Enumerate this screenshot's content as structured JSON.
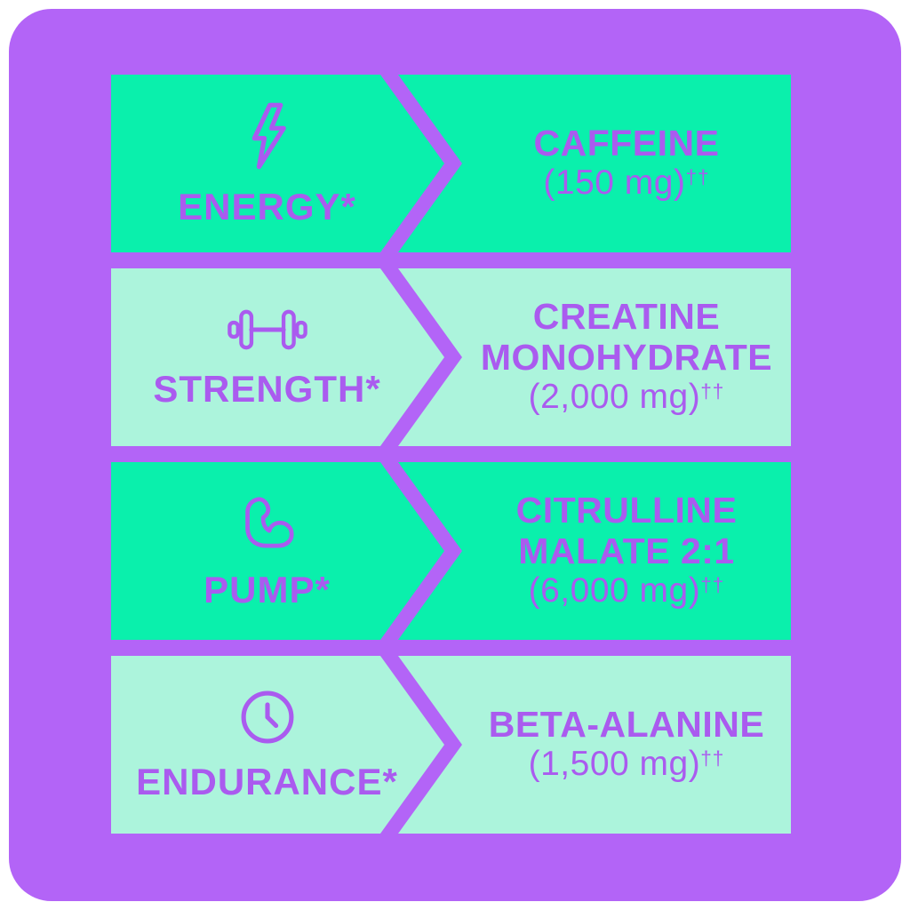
{
  "colors": {
    "page-bg": "#ffffff",
    "card-bg": "#B364F7",
    "teal": "#0AF0AC",
    "mint": "#ACF4DC",
    "accent": "#AA5BEF"
  },
  "rows": [
    {
      "benefit_label": "ENERGY*",
      "icon": "lightning-icon",
      "ingredient_name": "CAFFEINE",
      "amount": "(150 mg)",
      "daggers": "††"
    },
    {
      "benefit_label": "STRENGTH*",
      "icon": "dumbbell-icon",
      "ingredient_name": "CREATINE MONOHYDRATE",
      "amount": "(2,000 mg)",
      "daggers": "††"
    },
    {
      "benefit_label": "PUMP*",
      "icon": "bicep-icon",
      "ingredient_name": "CITRULLINE MALATE 2:1",
      "amount": "(6,000 mg)",
      "daggers": "††"
    },
    {
      "benefit_label": "ENDURANCE*",
      "icon": "clock-icon",
      "ingredient_name": "BETA-ALANINE",
      "amount": "(1,500 mg)",
      "daggers": "††"
    }
  ]
}
